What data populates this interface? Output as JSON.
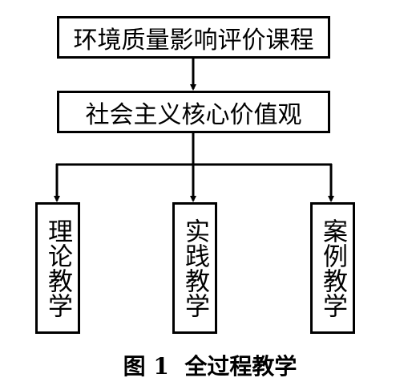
{
  "diagram": {
    "top_box": "环境质量影响评价课程",
    "middle_box": "社会主义核心价值观",
    "branches": [
      {
        "label": "理论教学"
      },
      {
        "label": "实践教学"
      },
      {
        "label": "案例教学"
      }
    ],
    "caption": "图 1  全过程教学",
    "colors": {
      "line": "#000000",
      "background": "#ffffff"
    }
  }
}
